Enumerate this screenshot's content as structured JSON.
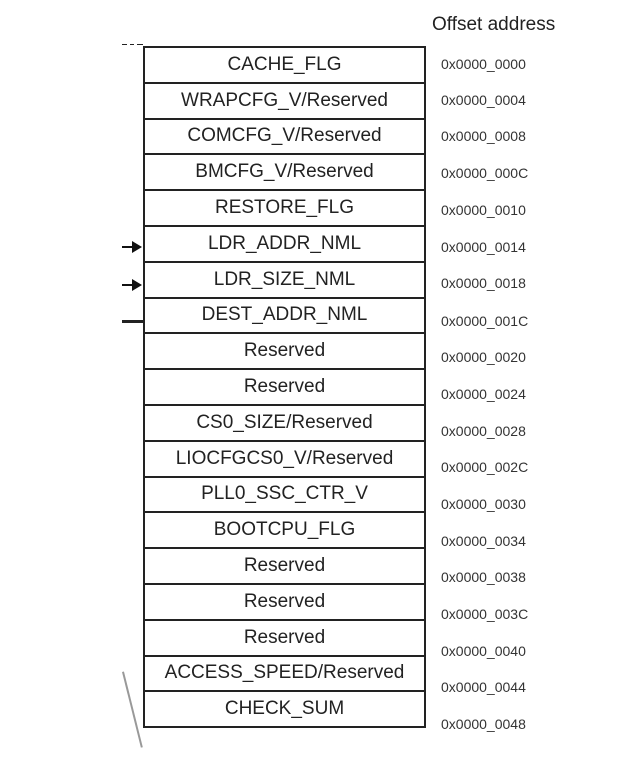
{
  "header": "Offset address",
  "rows": [
    {
      "label": "CACHE_FLG",
      "offset": "0x0000_0000"
    },
    {
      "label": "WRAPCFG_V/Reserved",
      "offset": "0x0000_0004"
    },
    {
      "label": "COMCFG_V/Reserved",
      "offset": "0x0000_0008"
    },
    {
      "label": "BMCFG_V/Reserved",
      "offset": "0x0000_000C"
    },
    {
      "label": "RESTORE_FLG",
      "offset": "0x0000_0010"
    },
    {
      "label": "LDR_ADDR_NML",
      "offset": "0x0000_0014"
    },
    {
      "label": "LDR_SIZE_NML",
      "offset": "0x0000_0018"
    },
    {
      "label": "DEST_ADDR_NML",
      "offset": "0x0000_001C"
    },
    {
      "label": "Reserved",
      "offset": "0x0000_0020"
    },
    {
      "label": "Reserved",
      "offset": "0x0000_0024"
    },
    {
      "label": "CS0_SIZE/Reserved",
      "offset": "0x0000_0028"
    },
    {
      "label": "LIOCFGCS0_V/Reserved",
      "offset": "0x0000_002C"
    },
    {
      "label": "PLL0_SSC_CTR_V",
      "offset": "0x0000_0030"
    },
    {
      "label": "BOOTCPU_FLG",
      "offset": "0x0000_0034"
    },
    {
      "label": "Reserved",
      "offset": "0x0000_0038"
    },
    {
      "label": "Reserved",
      "offset": "0x0000_003C"
    },
    {
      "label": "Reserved",
      "offset": "0x0000_0040"
    },
    {
      "label": "ACCESS_SPEED/Reserved",
      "offset": "0x0000_0044"
    },
    {
      "label": "CHECK_SUM",
      "offset": "0x0000_0048"
    }
  ]
}
